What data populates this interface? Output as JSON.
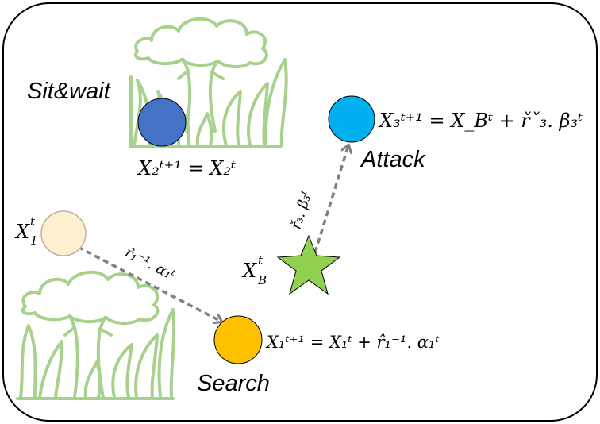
{
  "labels": {
    "sit_wait": "Sit&wait",
    "attack": "Attack",
    "search": "Search"
  },
  "math": {
    "x1t": {
      "base": "X",
      "sub": "1",
      "sup": "t"
    },
    "xb": {
      "base": "X",
      "sub": "B",
      "sup": "t"
    },
    "x2_eq": "X₂ᵗ⁺¹ = X₂ᵗ",
    "x3_eq": "X₃ᵗ⁺¹ = X_Bᵗ + řˇ₃. β₃ᵗ",
    "x1_eq": "X₁ᵗ⁺¹ = X₁ᵗ + r̂₁⁻¹. α₁ᵗ",
    "search_step": "r̂₁⁻¹. α₁ᵗ",
    "attack_step": "ř₃. β₃ᵗ"
  },
  "colors": {
    "agent_x1": "#fdf0d0",
    "agent_x2": "#4472c4",
    "agent_x3": "#00b0f0",
    "agent_x1_next": "#ffc000",
    "best_star": "#92d050",
    "plant": "#a9d18e",
    "arrow": "#808080"
  },
  "icons": [
    "tree-bush-icon",
    "star-icon"
  ]
}
